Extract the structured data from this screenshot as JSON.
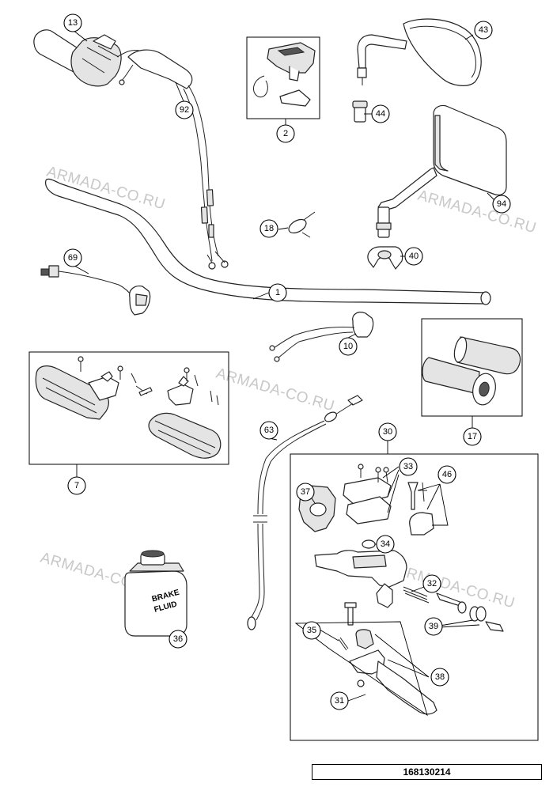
{
  "watermark": "ARMADA-CO.RU",
  "drawing_number": "168130214",
  "callouts": [
    {
      "id": "c13",
      "label": "13"
    },
    {
      "id": "c92",
      "label": "92"
    },
    {
      "id": "c2",
      "label": "2"
    },
    {
      "id": "c43",
      "label": "43"
    },
    {
      "id": "c44",
      "label": "44"
    },
    {
      "id": "c94",
      "label": "94"
    },
    {
      "id": "c18",
      "label": "18"
    },
    {
      "id": "c40",
      "label": "40"
    },
    {
      "id": "c69",
      "label": "69"
    },
    {
      "id": "c1",
      "label": "1"
    },
    {
      "id": "c10",
      "label": "10"
    },
    {
      "id": "c17",
      "label": "17"
    },
    {
      "id": "c7",
      "label": "7"
    },
    {
      "id": "c63",
      "label": "63"
    },
    {
      "id": "c30",
      "label": "30"
    },
    {
      "id": "c33",
      "label": "33"
    },
    {
      "id": "c46",
      "label": "46"
    },
    {
      "id": "c37",
      "label": "37"
    },
    {
      "id": "c34",
      "label": "34"
    },
    {
      "id": "c32",
      "label": "32"
    },
    {
      "id": "c39",
      "label": "39"
    },
    {
      "id": "c35",
      "label": "35"
    },
    {
      "id": "c38",
      "label": "38"
    },
    {
      "id": "c31",
      "label": "31"
    },
    {
      "id": "c36",
      "label": "36"
    }
  ],
  "brake_fluid_label": [
    "BRAKE",
    "FLUID"
  ]
}
